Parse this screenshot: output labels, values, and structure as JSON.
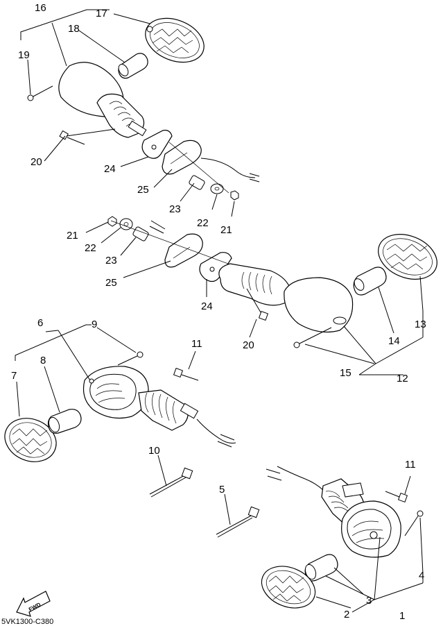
{
  "diagram": {
    "callouts": {
      "c1": "1",
      "c2": "2",
      "c3": "3",
      "c4": "4",
      "c5": "5",
      "c6": "6",
      "c7": "7",
      "c8": "8",
      "c9": "9",
      "c10": "10",
      "c11a": "11",
      "c11b": "11",
      "c12": "12",
      "c13": "13",
      "c14": "14",
      "c15": "15",
      "c16": "16",
      "c17": "17",
      "c18": "18",
      "c19": "19",
      "c20a": "20",
      "c20b": "20",
      "c21a": "21",
      "c21b": "21",
      "c22a": "22",
      "c22b": "22",
      "c23a": "23",
      "c23b": "23",
      "c24a": "24",
      "c24b": "24",
      "c25a": "25",
      "c25b": "25"
    },
    "fwd_label": "FWD",
    "reference_code": "5VK1300-C380"
  },
  "colors": {
    "ink": "#000000",
    "paper": "#ffffff"
  }
}
